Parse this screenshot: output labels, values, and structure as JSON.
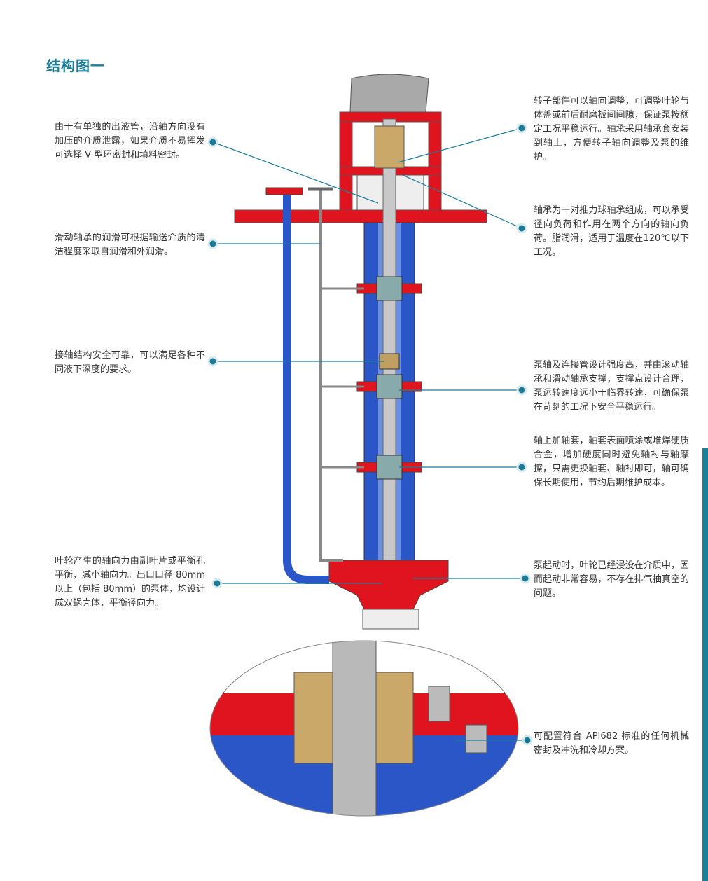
{
  "title": "结构图一",
  "left_notes": [
    "由于有单独的出液管，沿轴方向没有加压的介质泄露，如果介质不易挥发可选择 V 型环密封和填料密封。",
    "滑动轴承的润滑可根据输送介质的清洁程度采取自润滑和外润滑。",
    "接轴结构安全可靠，可以满足各种不同液下深度的要求。",
    "叶轮产生的轴向力由副叶片或平衡孔平衡，减小轴向力。出口口径 80mm 以上（包括 80mm）的泵体，均设计成双蜗壳体，平衡径向力。"
  ],
  "right_notes": [
    "转子部件可以轴向调整，可调整叶轮与体盖或前后耐磨板间间隙，保证泵按额定工况平稳运行。轴承采用轴承套安装到轴上，方便转子轴向调整及泵的维护。",
    "轴承为一对推力球轴承组成，可以承受径向负荷和作用在两个方向的轴向负荷。脂润滑，适用于温度在120℃以下工况。",
    "泵轴及连接管设计强度高，并由滚动轴承和滑动轴承支撑，支撑点设计合理，泵运转速度远小于临界转速，可确保泵在苛刻的工况下安全平稳运行。",
    "轴上加轴套，轴套表面喷涂或堆焊硬质合金，增加硬度同时避免轴衬与轴摩擦，只需更换轴套、轴衬即可，轴可确保长期使用，节约后期维护成本。",
    "泵起动时，叶轮已经浸没在介质中，因而起动非常容易，不存在排气抽真空的问题。",
    "可配置符合 API682 标准的任何机械密封及冲洗和冷却方案。"
  ],
  "colors": {
    "accent": "#1c7c98",
    "red": "#e0141e",
    "blue": "#2a56c8",
    "grey": "#a8a8a8"
  }
}
